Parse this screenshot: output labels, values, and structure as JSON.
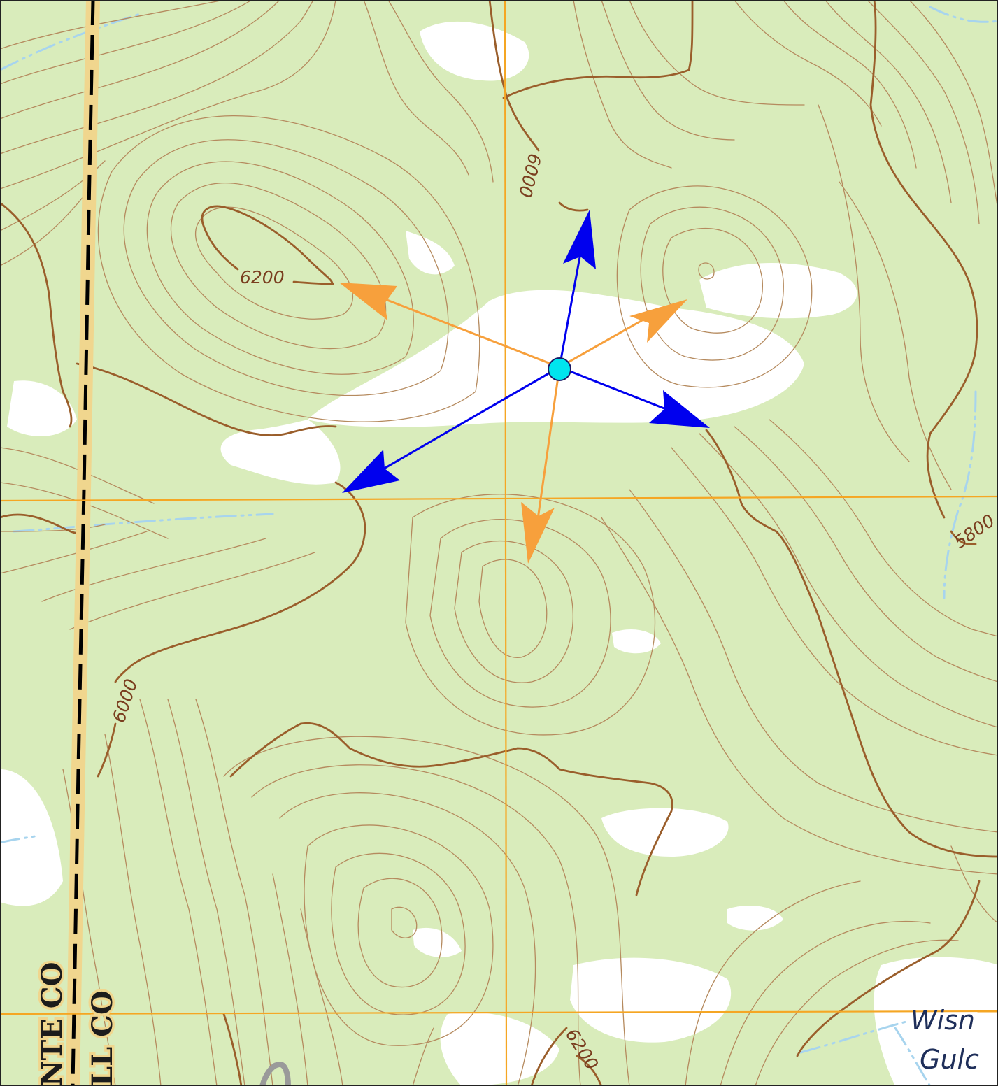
{
  "map": {
    "contour_labels": {
      "c6200_nw": "6200",
      "c6000_n": "6000",
      "c6000_w": "6000",
      "c5800_e": "5800",
      "c6200_s": "6200"
    },
    "place_labels": {
      "wisner_line1": "Wisn",
      "wisner_line2": "Gulc"
    },
    "boundary_labels": {
      "left_county": "NTE CO",
      "right_county": "LL CO"
    },
    "colors": {
      "vegetation": "#d9ecbb",
      "open_land": "#ffffff",
      "contour": "#b58a5e",
      "index_contour": "#9a5e2b",
      "grid": "#f5a623",
      "stream": "#a7d4ee",
      "road_casing": "#f0d68e",
      "orange_arrow": "#f7a03c",
      "blue_arrow": "#0000ee",
      "point": "#00e5ee"
    },
    "arrows": {
      "orange": [
        "northwest",
        "northeast",
        "south"
      ],
      "blue": [
        "north",
        "east-southeast",
        "southwest"
      ]
    }
  }
}
